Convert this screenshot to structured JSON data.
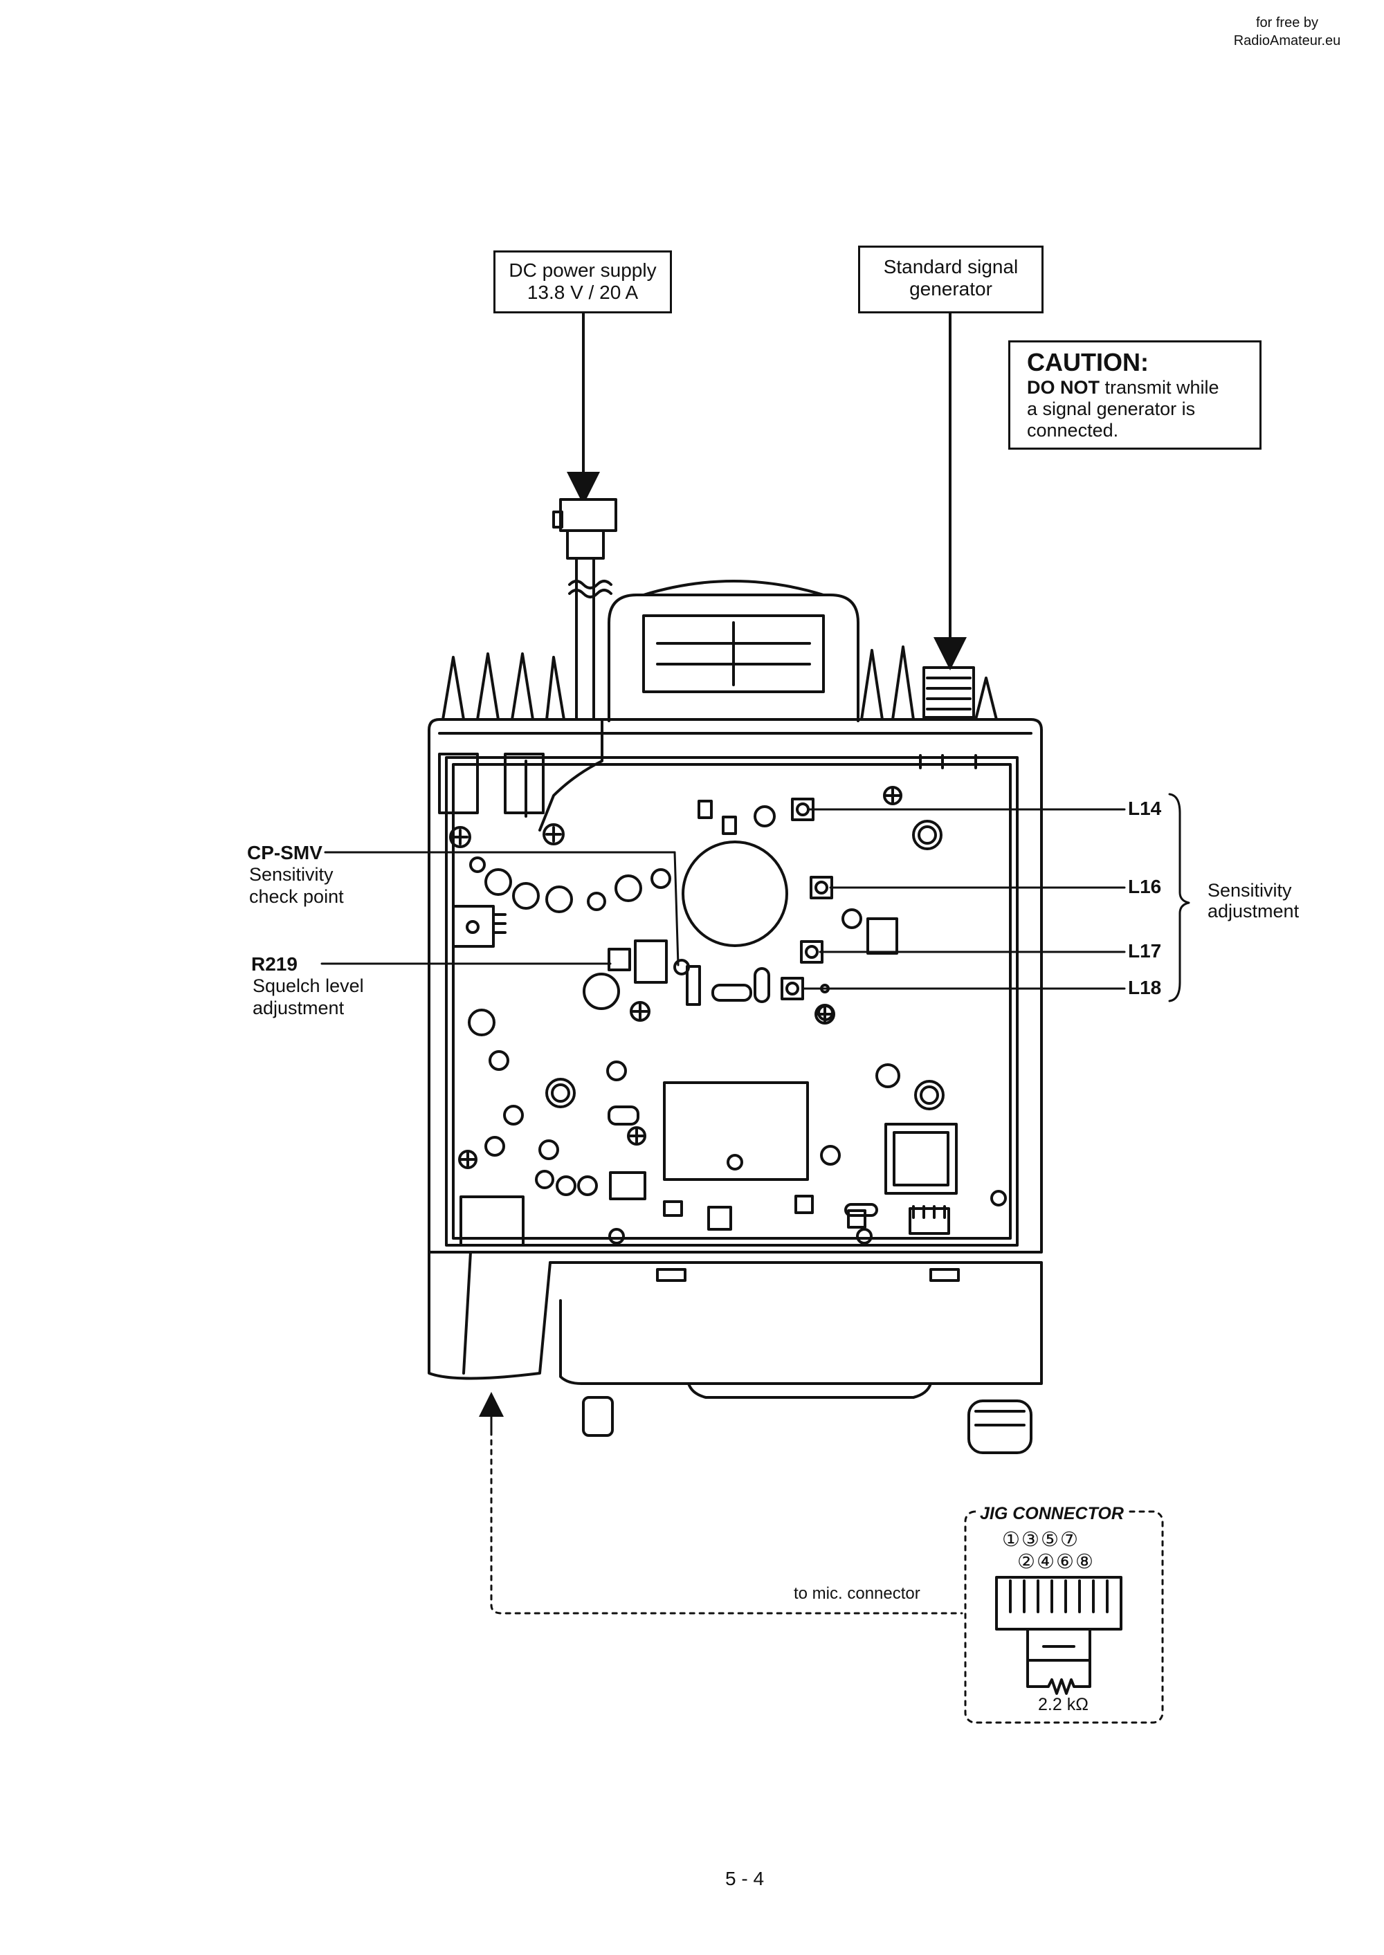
{
  "watermark": {
    "line1": "for free by",
    "line2": "RadioAmateur.eu"
  },
  "power_supply": {
    "line1": "DC power supply",
    "line2": "13.8 V / 20 A"
  },
  "signal_generator": {
    "line1": "Standard signal",
    "line2": "generator"
  },
  "caution": {
    "title": "CAUTION:",
    "emphasis": "DO NOT",
    "line1_rest": " transmit while",
    "line2": "a signal generator is",
    "line3": "connected."
  },
  "callouts": {
    "cp_smv": {
      "name": "CP-SMV",
      "desc1": "Sensitivity",
      "desc2": "check point"
    },
    "r219": {
      "name": "R219",
      "desc1": "Squelch level",
      "desc2": "adjustment"
    },
    "l14": "L14",
    "l16": "L16",
    "l17": "L17",
    "l18": "L18",
    "sensitivity_adj": {
      "line1": "Sensitivity",
      "line2": "adjustment"
    }
  },
  "jig": {
    "title": "JIG CONNECTOR",
    "pins_top": "①③⑤⑦",
    "pins_bottom": "②④⑥⑧",
    "resistor": "2.2 kΩ",
    "mic_label": "to mic. connector"
  },
  "page_number": "5 - 4"
}
